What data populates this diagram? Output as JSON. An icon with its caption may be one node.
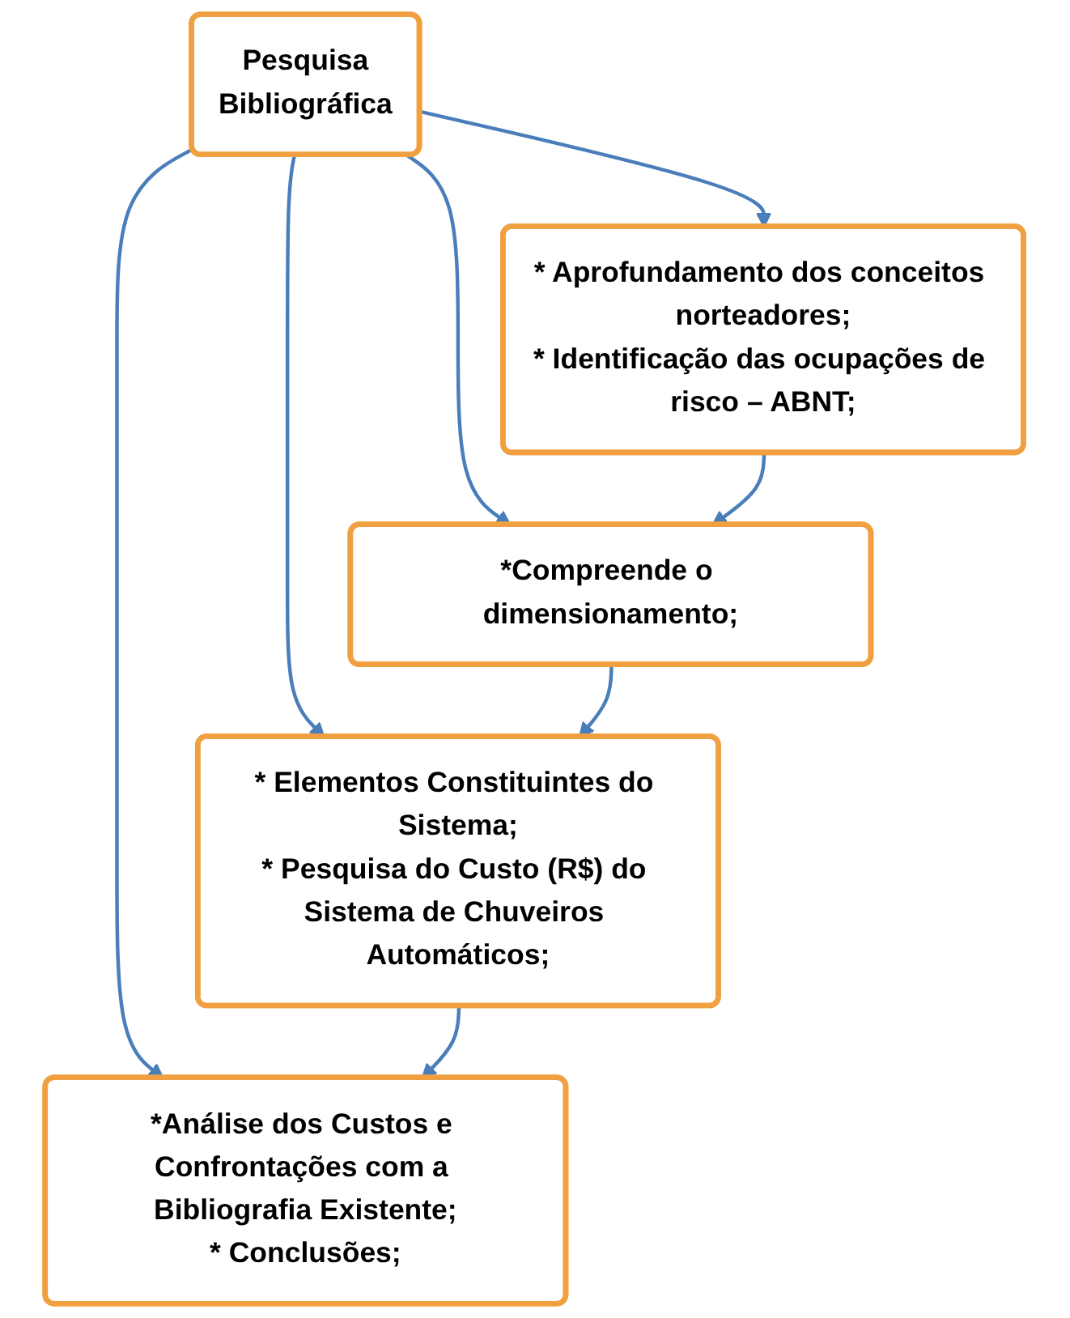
{
  "diagram": {
    "nodes": [
      {
        "text": [
          "Pesquisa",
          "Bibliográfica"
        ]
      },
      {
        "text": [
          "* Aprofundamento dos conceitos norteadores;",
          "* Identificação das ocupações de risco – ABNT;"
        ]
      },
      {
        "text": [
          "*Compreende o dimensionamento;"
        ]
      },
      {
        "text": [
          "* Elementos Constituintes do Sistema;",
          "* Pesquisa do Custo (R$) do Sistema de Chuveiros Automáticos;"
        ]
      },
      {
        "text": [
          "*Análise dos Custos e Confrontações com a Bibliografia Existente;",
          "* Conclusões;"
        ]
      }
    ],
    "edges": [
      {
        "from": 0,
        "to": 1,
        "arrow": "to"
      },
      {
        "from": 0,
        "to": 2,
        "arrow": "to"
      },
      {
        "from": 0,
        "to": 3,
        "arrow": "to"
      },
      {
        "from": 0,
        "to": 4,
        "arrow": "to"
      },
      {
        "from": 1,
        "to": 2,
        "arrow": "to"
      },
      {
        "from": 2,
        "to": 3,
        "arrow": "to"
      },
      {
        "from": 3,
        "to": 4,
        "arrow": "to"
      }
    ]
  }
}
